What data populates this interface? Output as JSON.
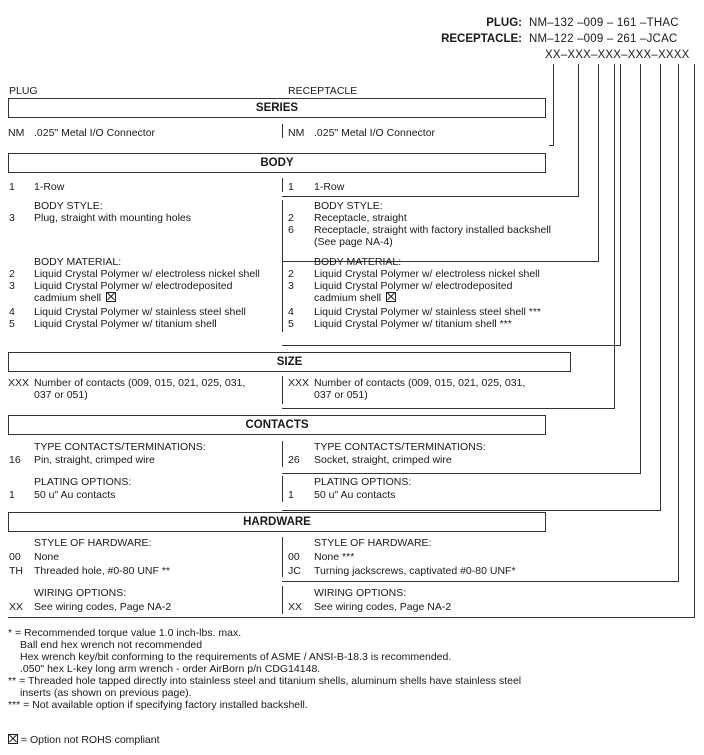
{
  "part_number": {
    "plug_label": "PLUG:",
    "plug_code": "NM–132 –009 – 161 –THAC",
    "receptacle_label": "RECEPTACLE:",
    "receptacle_code": "NM–122 –009 – 261 –JCAC",
    "template_code": "XX–XXX–XXX–XXX–XXXX"
  },
  "columns": {
    "plug": "PLUG",
    "receptacle": "RECEPTACLE"
  },
  "series": {
    "title": "SERIES",
    "plug": {
      "code": "NM",
      "text": ".025\" Metal I/O Connector"
    },
    "receptacle": {
      "code": "NM",
      "text": ".025\" Metal I/O Connector"
    }
  },
  "body": {
    "title": "BODY",
    "rows_plug": {
      "code": "1",
      "text": "1-Row"
    },
    "rows_receptacle": {
      "code": "1",
      "text": "1-Row"
    },
    "style_heading": "BODY STYLE:",
    "style_plug": {
      "code": "3",
      "text": "Plug, straight with mounting holes"
    },
    "style_receptacle": [
      {
        "code": "2",
        "text": "Receptacle, straight"
      },
      {
        "code": "6",
        "text": "Receptacle, straight with factory installed backshell"
      },
      {
        "code": "",
        "text": "(See page NA-4)"
      }
    ],
    "material_heading": "BODY MATERIAL:",
    "material_plug": [
      {
        "code": "2",
        "text": "Liquid Crystal Polymer w/ electroless nickel shell"
      },
      {
        "code": "3",
        "text": "Liquid Crystal Polymer w/ electrodeposited"
      },
      {
        "code": "",
        "text": "cadmium shell"
      },
      {
        "code": "4",
        "text": "Liquid Crystal Polymer w/ stainless steel shell"
      },
      {
        "code": "5",
        "text": "Liquid Crystal Polymer w/ titanium shell"
      }
    ],
    "material_receptacle": [
      {
        "code": "2",
        "text": "Liquid Crystal Polymer w/ electroless nickel shell"
      },
      {
        "code": "3",
        "text": "Liquid Crystal Polymer w/ electrodeposited"
      },
      {
        "code": "",
        "text": "cadmium shell"
      },
      {
        "code": "4",
        "text": "Liquid Crystal Polymer w/ stainless steel shell ***"
      },
      {
        "code": "5",
        "text": "Liquid Crystal Polymer w/ titanium shell ***"
      }
    ]
  },
  "size": {
    "title": "SIZE",
    "plug": {
      "code": "XXX",
      "line1": "Number of contacts (009, 015, 021, 025, 031,",
      "line2": "037 or 051)"
    },
    "receptacle": {
      "code": "XXX",
      "line1": "Number of contacts (009, 015, 021, 025, 031,",
      "line2": "037 or 051)"
    }
  },
  "contacts": {
    "title": "CONTACTS",
    "type_heading": "TYPE CONTACTS/TERMINATIONS:",
    "type_plug": {
      "code": "16",
      "text": "Pin, straight, crimped wire"
    },
    "type_receptacle": {
      "code": "26",
      "text": "Socket, straight, crimped wire"
    },
    "plating_heading": "PLATING OPTIONS:",
    "plating_plug": {
      "code": "1",
      "text": "50 u\" Au contacts"
    },
    "plating_receptacle": {
      "code": "1",
      "text": "50 u\" Au contacts"
    }
  },
  "hardware": {
    "title": "HARDWARE",
    "style_heading": "STYLE OF HARDWARE:",
    "plug": [
      {
        "code": "00",
        "text": "None"
      },
      {
        "code": "TH",
        "text": "Threaded hole, #0-80 UNF  **"
      }
    ],
    "receptacle": [
      {
        "code": "00",
        "text": "None  ***"
      },
      {
        "code": "JC",
        "text": "Turning jackscrews, captivated #0-80 UNF*"
      }
    ],
    "wiring_heading": "WIRING OPTIONS:",
    "wiring_plug": {
      "code": "XX",
      "text": "See wiring codes, Page NA-2"
    },
    "wiring_receptacle": {
      "code": "XX",
      "text": "See wiring codes, Page NA-2"
    }
  },
  "footnotes": [
    "* = Recommended torque value 1.0 inch-lbs. max.",
    "Ball end hex wrench not recommended",
    "Hex wrench key/bit conforming to the requirements of ASME / ANSI-B-18.3 is recommended.",
    ".050\" hex L-key long arm wrench - order AirBorn p/n CDG14148.",
    "** = Threaded hole tapped directly into stainless steel and titanium shells, aluminum shells have stainless steel",
    "inserts (as shown on previous page).",
    "*** = Not available option if specifying factory installed backshell."
  ],
  "legend": "= Option not ROHS compliant"
}
